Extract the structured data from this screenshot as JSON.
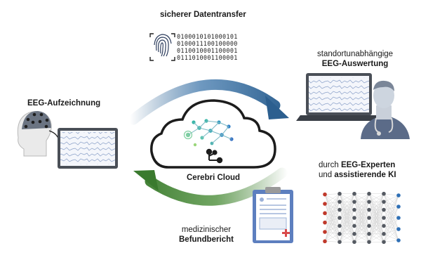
{
  "labels": {
    "transfer": "sicherer Datentransfer",
    "remote_line1": "standortunabhängige",
    "remote_line2": "EEG-Auswertung",
    "recording": "EEG-Aufzeichnung",
    "cloud": "Cerebri Cloud",
    "experts_pre": "durch ",
    "experts_bold": "EEG-Experten",
    "ai_pre": "und ",
    "ai_bold": "assistierende KI",
    "report_line1": "medizinischer",
    "report_line2": "Befundbericht"
  },
  "binary_lines": [
    "0100010101000101",
    "0100011100100000",
    "0110010001100001",
    "0111010001100001"
  ],
  "colors": {
    "arrow_top": "#2c5f8f",
    "arrow_bottom": "#3a7a2e",
    "cloud_stroke": "#1c1c1c",
    "network_teal": "#35b6a6"
  }
}
